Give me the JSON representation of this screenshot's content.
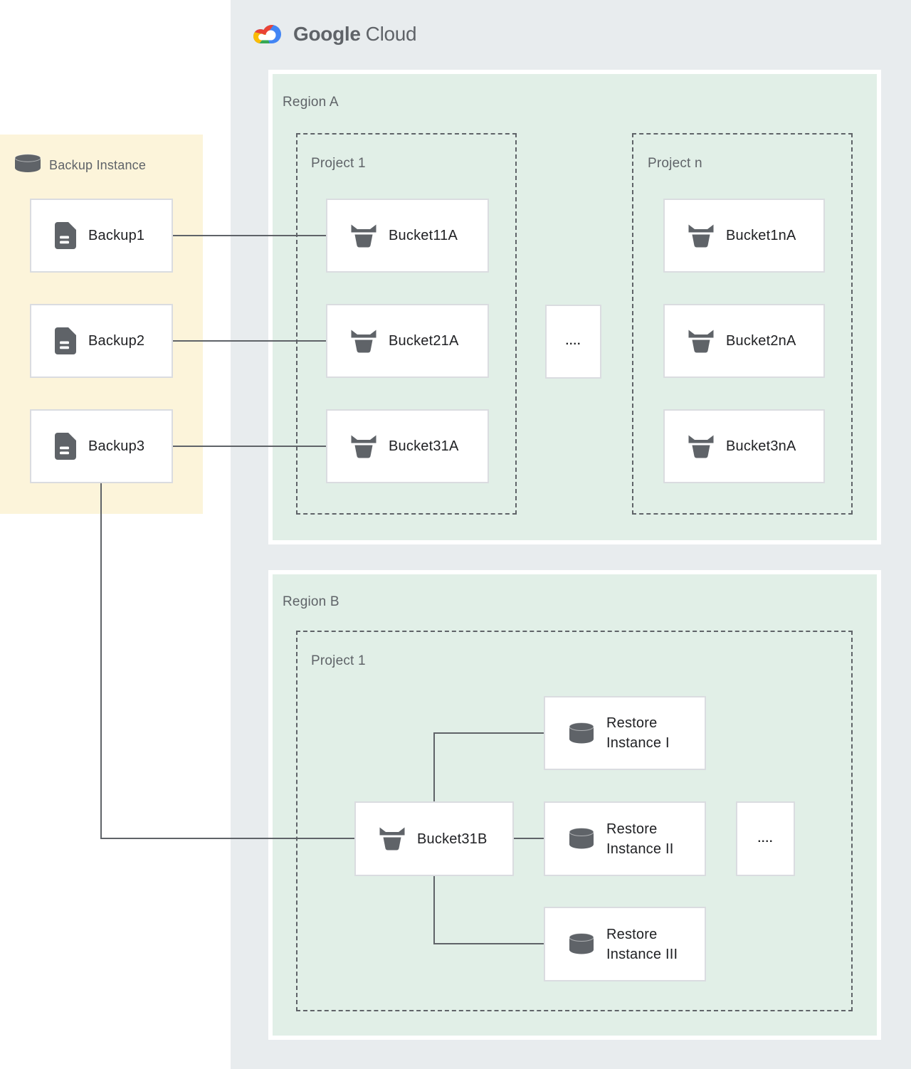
{
  "logo": {
    "google": "Google",
    "cloud": "Cloud"
  },
  "backup_panel": {
    "title": "Backup Instance",
    "items": [
      "Backup1",
      "Backup2",
      "Backup3"
    ]
  },
  "region_a": {
    "label": "Region A",
    "project1": {
      "label": "Project 1",
      "buckets": [
        "Bucket11A",
        "Bucket21A",
        "Bucket31A"
      ]
    },
    "ellipsis": "....",
    "projectn": {
      "label": "Project n",
      "buckets": [
        "Bucket1nA",
        "Bucket2nA",
        "Bucket3nA"
      ]
    }
  },
  "region_b": {
    "label": "Region B",
    "project1": {
      "label": "Project 1",
      "bucket": "Bucket31B",
      "instances": [
        "Restore Instance I",
        "Restore Instance II",
        "Restore Instance III"
      ],
      "ellipsis": "...."
    }
  },
  "connections": [
    {
      "from": "Backup1",
      "to": "Bucket11A"
    },
    {
      "from": "Backup2",
      "to": "Bucket21A"
    },
    {
      "from": "Backup3",
      "to": "Bucket31A"
    },
    {
      "from": "Backup3",
      "to": "Bucket31B"
    },
    {
      "from": "Bucket31B",
      "to": "Restore Instance I"
    },
    {
      "from": "Bucket31B",
      "to": "Restore Instance II"
    },
    {
      "from": "Bucket31B",
      "to": "Restore Instance III"
    }
  ],
  "icons": {
    "backup_panel_header": "database-icon",
    "backup_item": "document-icon",
    "bucket": "storage-bucket-icon",
    "restore_instance": "database-icon",
    "logo": "google-cloud-logo-icon"
  },
  "colors": {
    "canvas": "#ffffff",
    "cloud_container_bg": "#e8ecee",
    "region_bg": "#e1efe7",
    "backup_panel_bg": "#fcf4da",
    "node_border": "#dadce0",
    "connector_line": "#5f6368",
    "label_text": "#5f6368",
    "node_text": "#202124",
    "icon": "#5f6368",
    "logo_red": "#ea4335",
    "logo_blue": "#4285f4",
    "logo_green": "#34a853",
    "logo_yellow": "#fbbc05"
  }
}
